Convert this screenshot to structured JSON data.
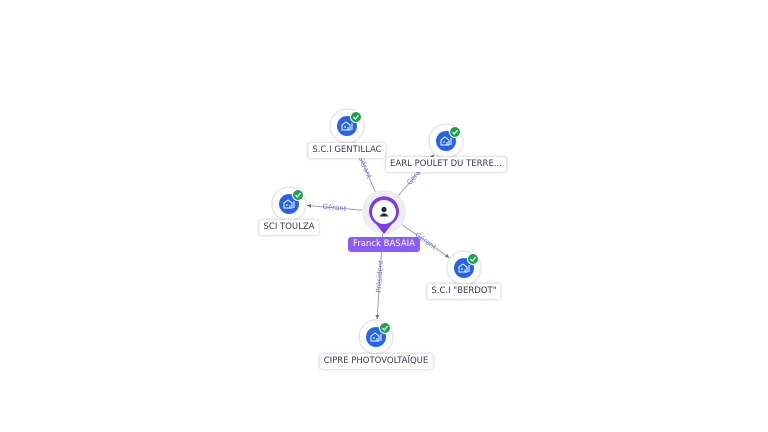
{
  "center": {
    "name": "Franck BASAIA",
    "icon": "person-icon"
  },
  "companies": [
    {
      "id": "sci-gentillac",
      "name": "S.C.I GENTILLAC",
      "relation": "Gérant",
      "status": "active",
      "icon": "building-icon"
    },
    {
      "id": "earl-poulet",
      "name": "EARL POULET DU TERRE...",
      "relation": "Gérant",
      "status": "active",
      "icon": "building-icon"
    },
    {
      "id": "sci-toulza",
      "name": "SCI TOULZA",
      "relation": "Gérant",
      "status": "active",
      "icon": "building-icon"
    },
    {
      "id": "sci-berdot",
      "name": "S.C.I \"BERDOT\"",
      "relation": "Gérant",
      "status": "active",
      "icon": "building-icon"
    },
    {
      "id": "cipre",
      "name": "CIPRE PHOTOVOLTAÏQUE",
      "relation": "Président",
      "status": "active",
      "icon": "building-icon"
    }
  ],
  "colors": {
    "company_node": "#2563eb",
    "status_badge": "#16a34a",
    "center_node": "#7c3aed",
    "center_label_bg": "#8b5cf6",
    "edge": "#9ca3af",
    "edge_label": "#7b6fd6"
  }
}
